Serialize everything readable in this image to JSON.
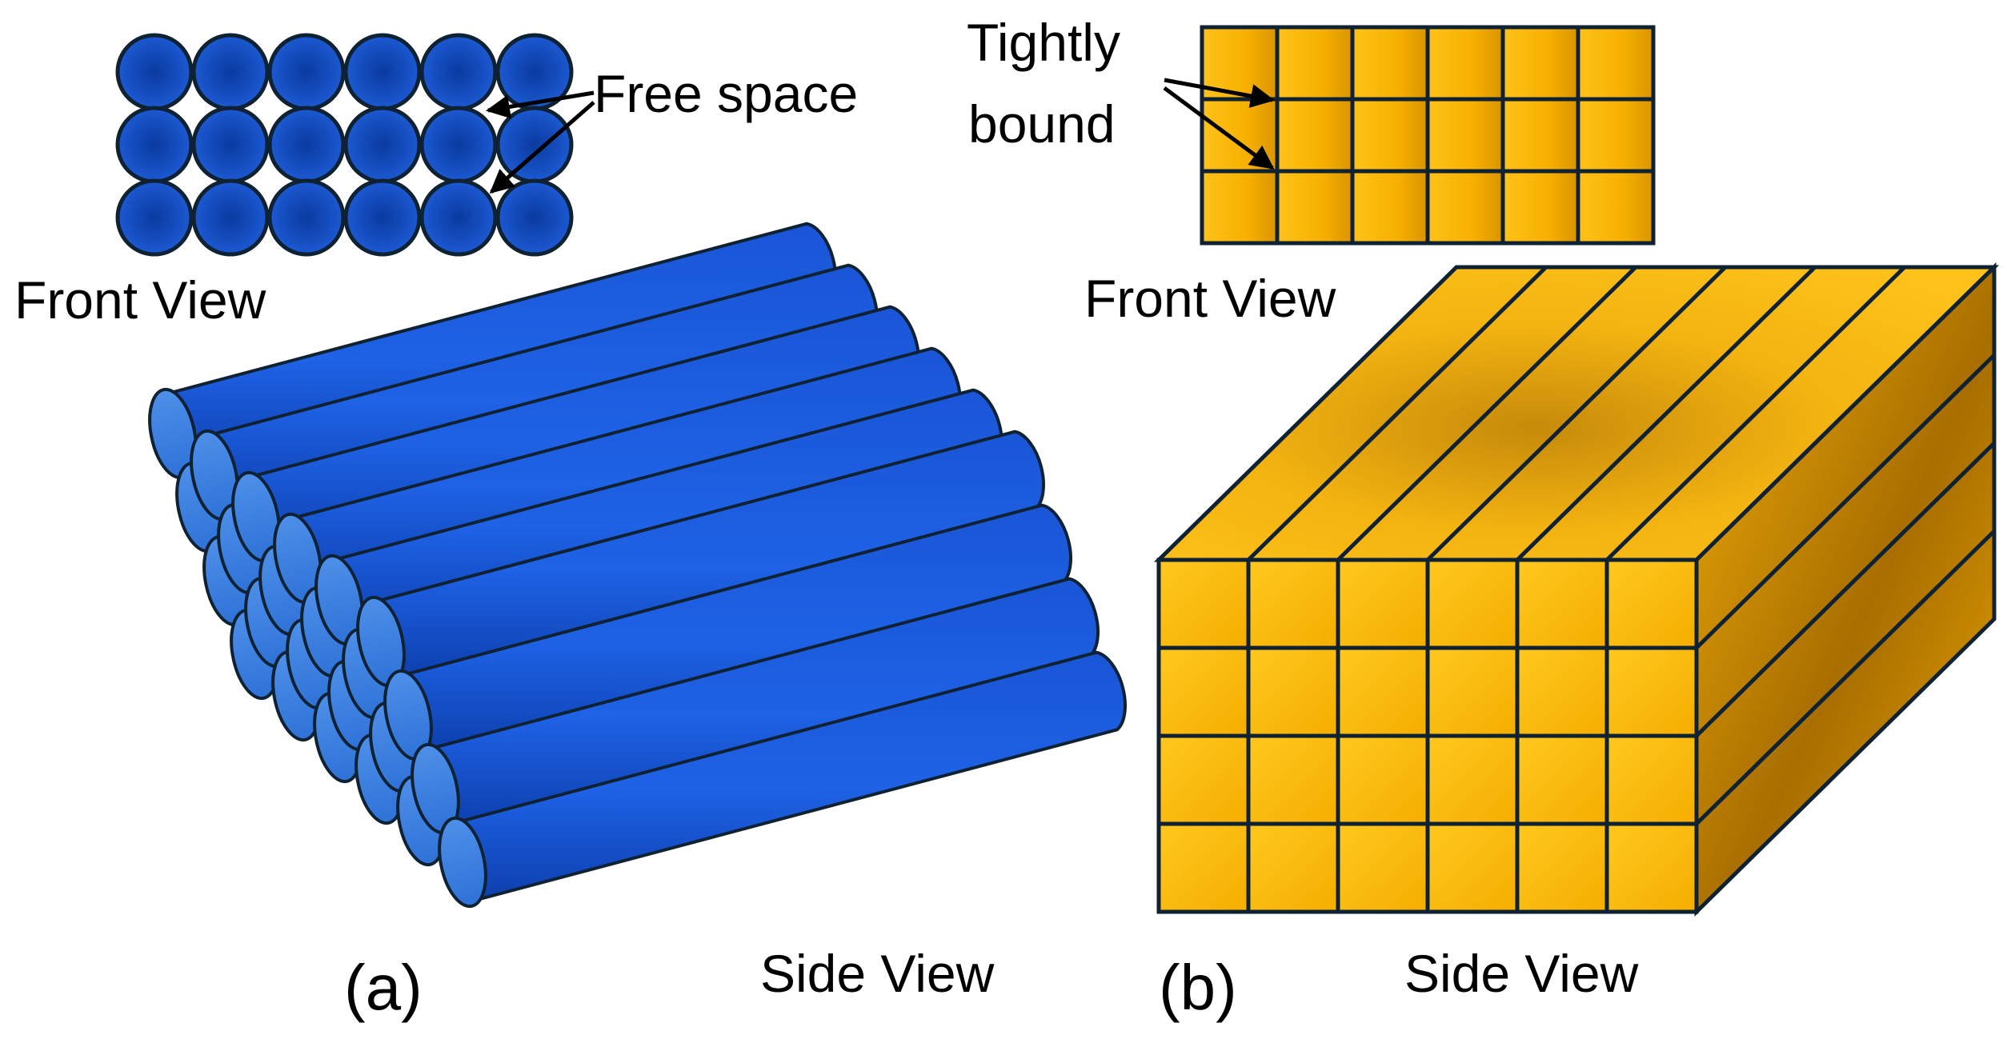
{
  "panel_a": {
    "label": "(a)",
    "front_view_label": "Front View",
    "side_view_label": "Side View",
    "annotation": "Free space",
    "front_rows": 3,
    "front_cols": 6,
    "stack_rows": 4,
    "stack_cols": 6
  },
  "panel_b": {
    "label": "(b)",
    "front_view_label": "Front View",
    "side_view_label": "Side View",
    "annotation_line1": "Tightly",
    "annotation_line2": "bound",
    "front_rows": 3,
    "front_cols": 6,
    "block_rows": 4,
    "block_cols": 6
  },
  "colors": {
    "blue_light": "#4d8fe8",
    "blue_main": "#1f5fdc",
    "blue_dark": "#0a3aa0",
    "gold_light": "#ffc21a",
    "gold_main": "#f0a800",
    "gold_dark": "#a86e00",
    "outline": "#0f2233"
  }
}
